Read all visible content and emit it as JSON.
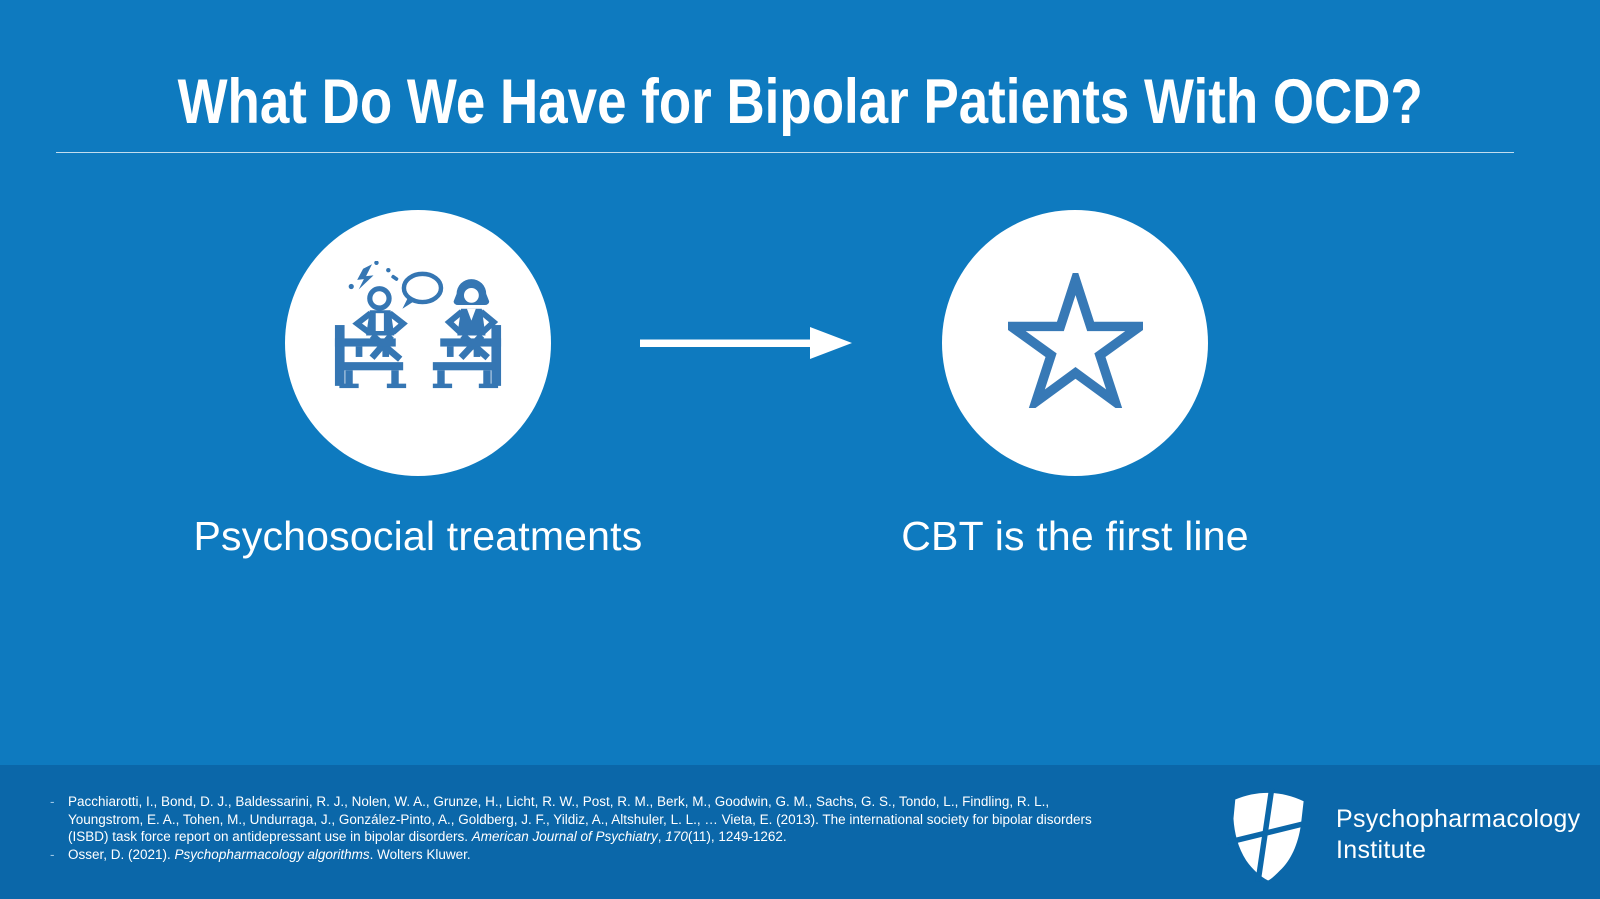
{
  "slide": {
    "title": "What Do We Have for Bipolar Patients With OCD?",
    "left_item": {
      "label": "Psychosocial treatments",
      "icon": "therapy-session-icon"
    },
    "right_item": {
      "label": "CBT is the first line",
      "icon": "star-icon"
    },
    "colors": {
      "background": "#0E7ABF",
      "footer_background": "#0B67A9",
      "icon_blue": "#3576B3",
      "text": "#FFFFFF"
    }
  },
  "references": [
    {
      "segments": [
        {
          "text": "Pacchiarotti, I., Bond, D. J., Baldessarini, R. J., Nolen, W. A., Grunze, H., Licht, R. W., Post, R. M., Berk, M., Goodwin, G. M., Sachs, G. S., Tondo, L., Findling, R. L., Youngstrom, E. A., Tohen, M., Undurraga, J., González-Pinto, A., Goldberg, J. F., Yildiz, A., Altshuler, L. L., … Vieta, E. (2013). The international society for bipolar disorders (ISBD) task force report on antidepressant use in bipolar disorders. ",
          "italic": false
        },
        {
          "text": "American Journal of Psychiatry",
          "italic": true
        },
        {
          "text": ", ",
          "italic": false
        },
        {
          "text": "170",
          "italic": true
        },
        {
          "text": "(11), 1249-1262.",
          "italic": false
        }
      ]
    },
    {
      "segments": [
        {
          "text": "Osser, D. (2021). ",
          "italic": false
        },
        {
          "text": "Psychopharmacology algorithms",
          "italic": true
        },
        {
          "text": ". Wolters Kluwer.",
          "italic": false
        }
      ]
    }
  ],
  "logo": {
    "line1": "Psychopharmacology",
    "line2": "Institute"
  }
}
